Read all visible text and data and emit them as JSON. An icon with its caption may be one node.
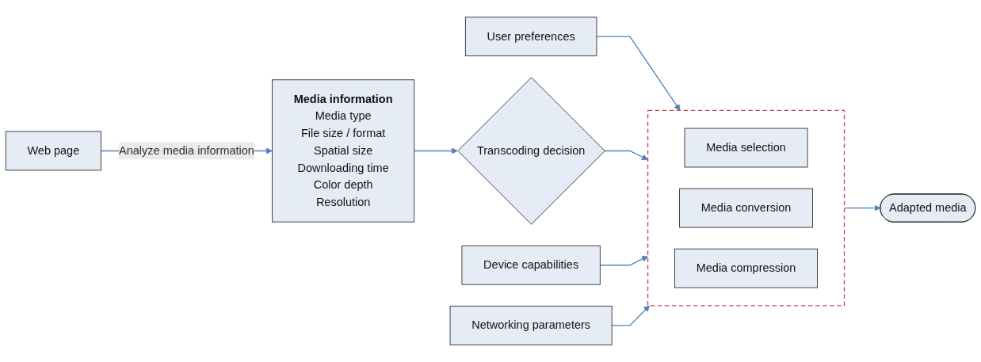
{
  "diagram": {
    "nodes": [
      {
        "text": [
          "Web page"
        ]
      },
      {
        "text": [
          "Media information",
          "Media type",
          "File size / format",
          "Spatial size",
          "Downloading time",
          "Color depth",
          "Resolution"
        ]
      },
      {
        "text": [
          "User preferences"
        ]
      },
      {
        "text": [
          "Transcoding decision"
        ]
      },
      {
        "text": [
          "Device capabilities"
        ]
      },
      {
        "text": [
          "Networking parameters"
        ]
      },
      {
        "text": [],
        "shape": "box"
      },
      {
        "text": [
          "Media selection"
        ],
        "in": 6
      },
      {
        "text": [
          "Media conversion"
        ],
        "in": 6
      },
      {
        "text": [
          "Media compression"
        ],
        "in": 6
      },
      {
        "text": [
          "Adapted media"
        ]
      }
    ],
    "edges": [
      {
        "from": 0,
        "to": 1,
        "arrow": "to",
        "label": "Analyze media information"
      },
      {
        "from": 1,
        "to": 3,
        "arrow": "to"
      },
      {
        "from": 2,
        "to": 6,
        "arrow": "to"
      },
      {
        "from": 3,
        "to": 6,
        "arrow": "to"
      },
      {
        "from": 4,
        "to": 6,
        "arrow": "to"
      },
      {
        "from": 5,
        "to": 6,
        "arrow": "to"
      },
      {
        "from": 6,
        "to": 10,
        "arrow": "to"
      }
    ]
  }
}
